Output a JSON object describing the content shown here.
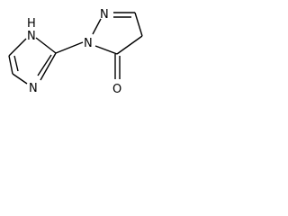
{
  "molecule": {
    "atoms": {
      "nh_imidazole": "N",
      "nh_hydrogen": "H",
      "n_imidazole": "N",
      "n_pyrazole_1": "N",
      "n_pyrazole_2": "N",
      "o_carbonyl": "O"
    },
    "colors": {
      "bond": "#000000",
      "text": "#000000",
      "background": "#ffffff"
    }
  }
}
